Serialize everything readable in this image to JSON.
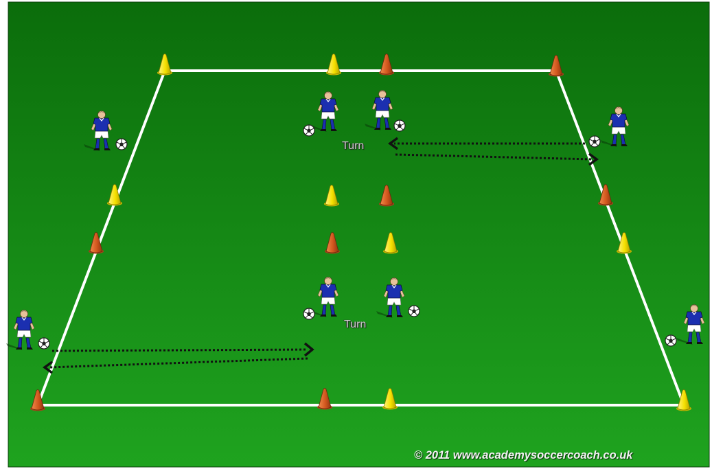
{
  "labels": {
    "turn_upper": "Turn",
    "turn_lower": "Turn",
    "copyright": "© 2011 www.academysoccercoach.co.uk"
  },
  "colors": {
    "grass_top": "#0b6d0b",
    "grass_bottom": "#1fa31f",
    "lines": "#ffffff",
    "cone_yellow": "#f5e000",
    "cone_orange": "#d2571e",
    "kit_shirt": "#1b2fb0",
    "kit_shorts": "#ffffff",
    "kit_socks": "#1b2fb0",
    "arrow": "#111111"
  },
  "icons": {
    "cone": "training-cone-icon",
    "player": "soccer-player-icon",
    "ball": "soccer-ball-icon",
    "arrow": "dotted-arrow-icon"
  }
}
